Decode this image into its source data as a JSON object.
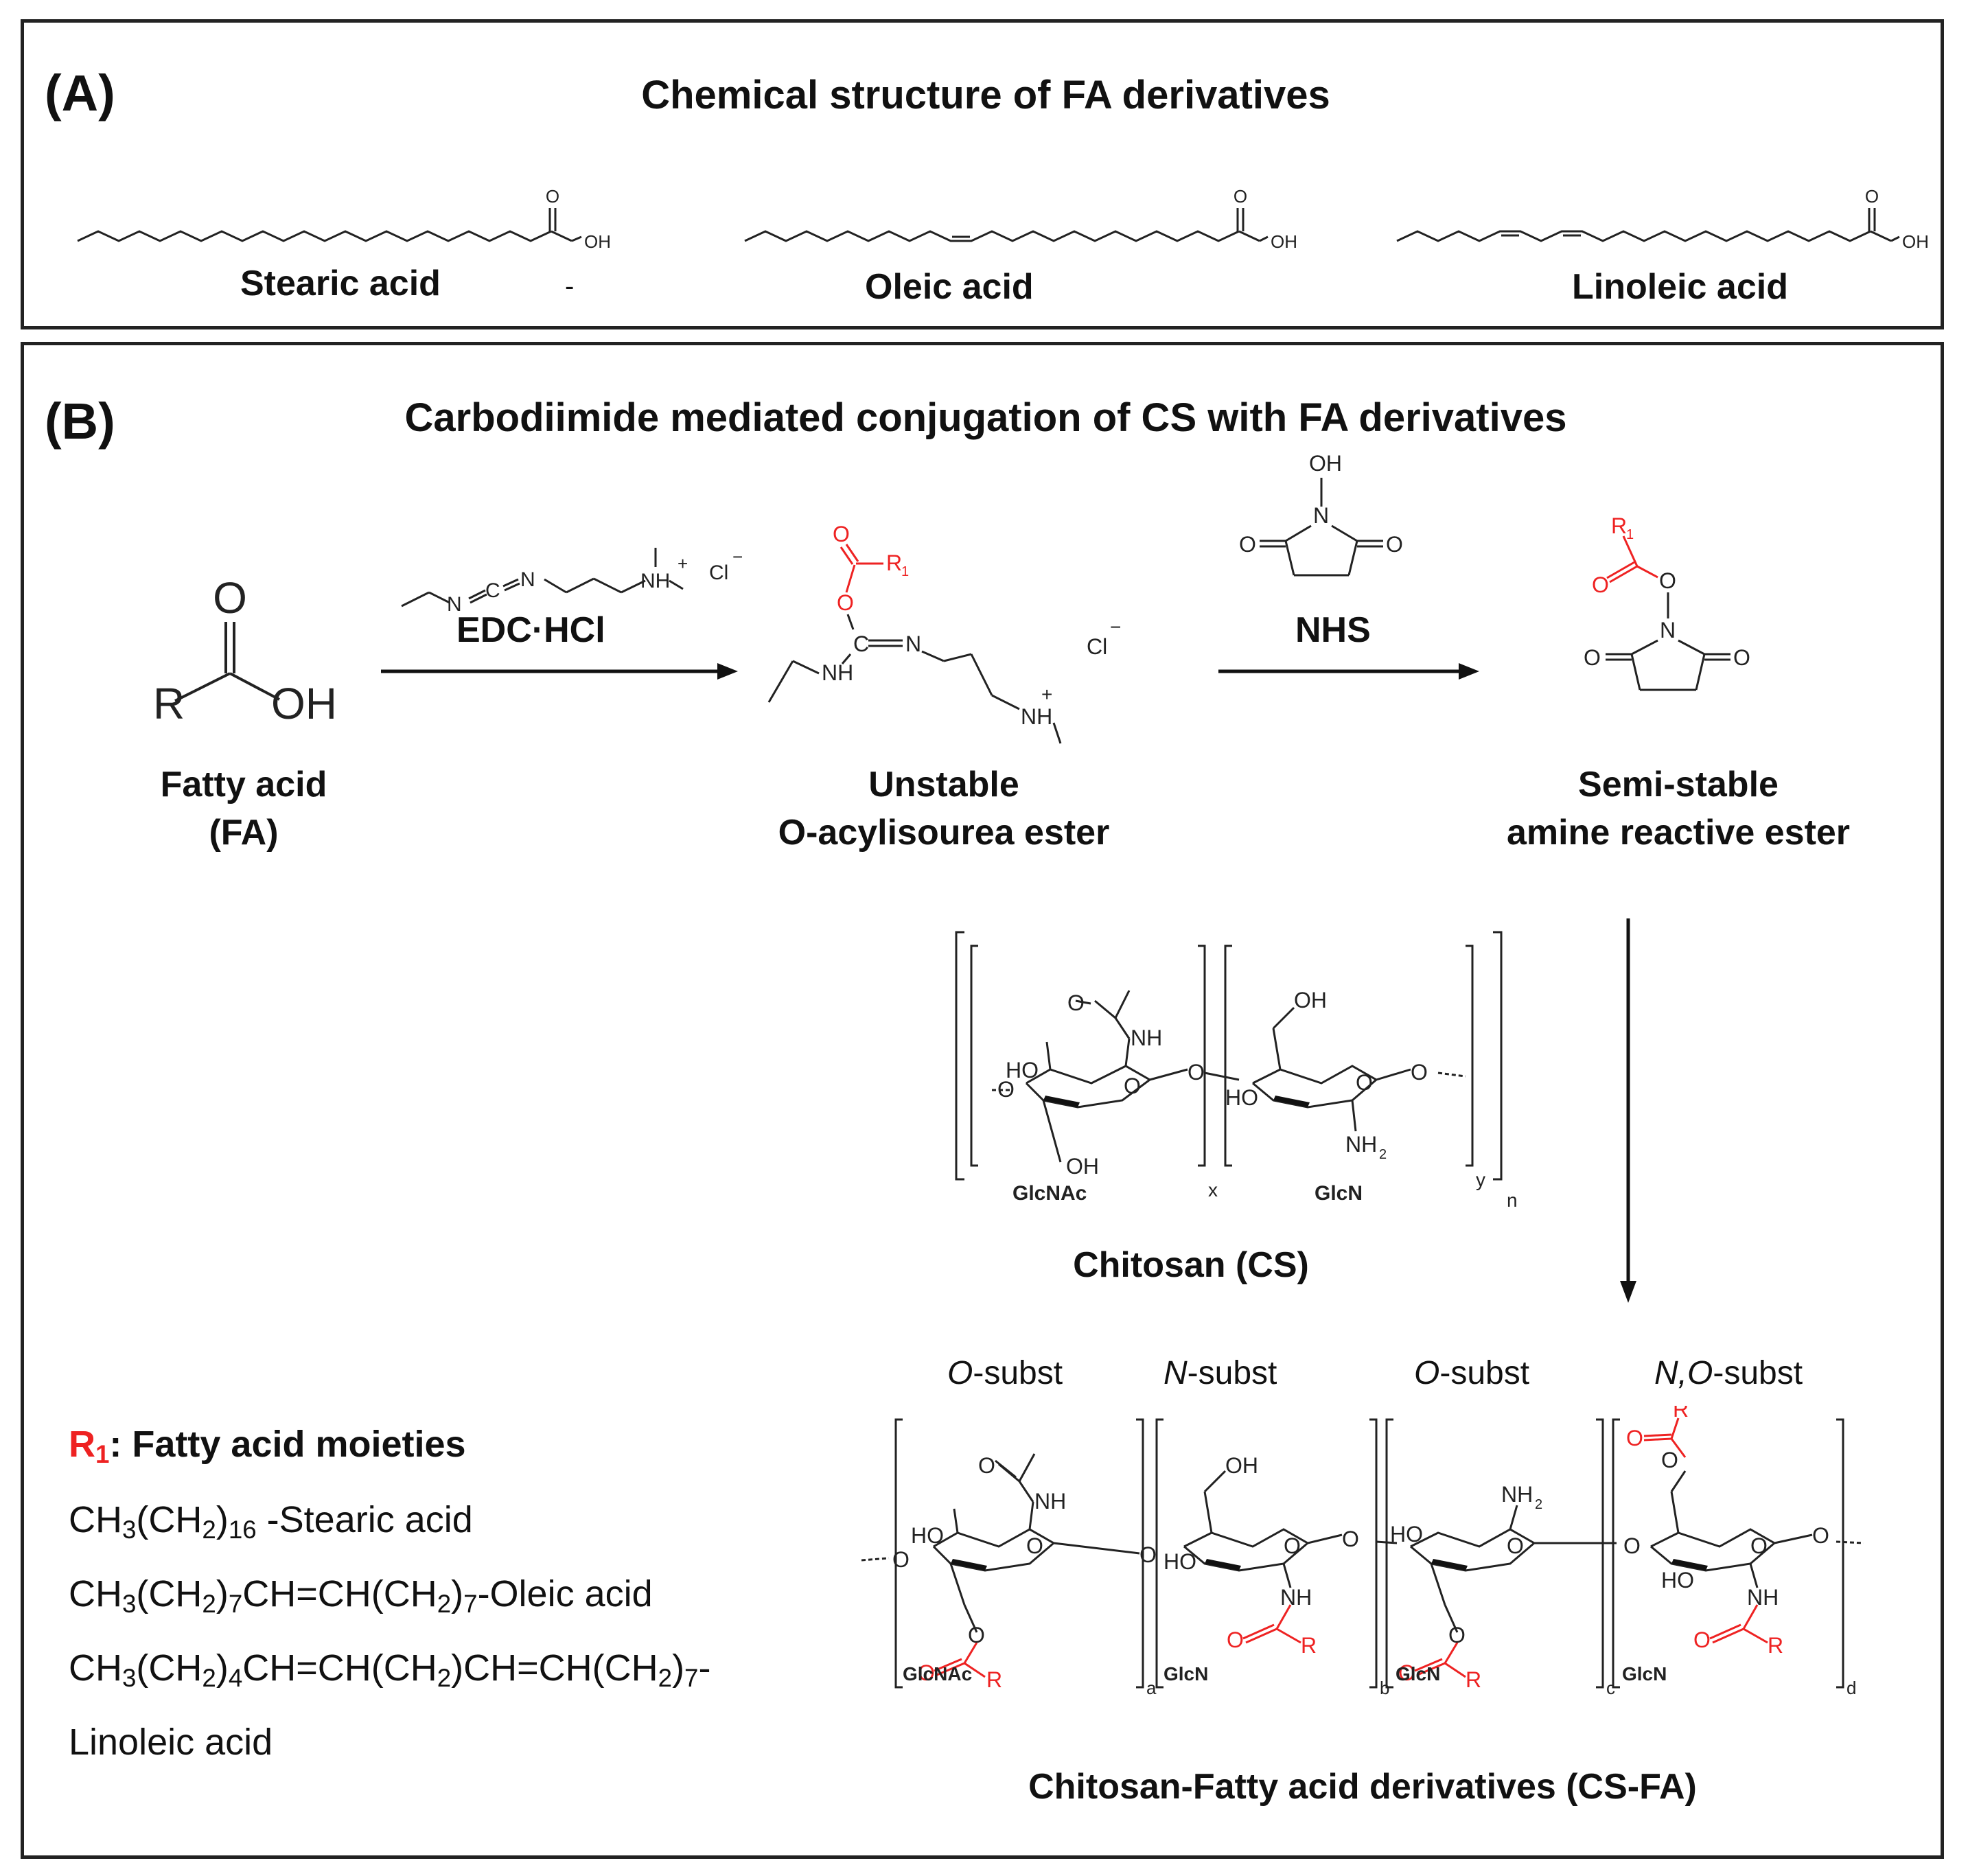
{
  "panel_a": {
    "letter": "(A)",
    "title": "Chemical structure of FA derivatives",
    "acids": [
      {
        "name": "Stearic acid"
      },
      {
        "name": "Oleic acid"
      },
      {
        "name": "Linoleic acid"
      }
    ],
    "stray_mark": "-",
    "atoms": {
      "o": "O",
      "oh": "OH"
    }
  },
  "panel_b": {
    "letter": "(B)",
    "title": "Carbodiimide mediated conjugation of CS with FA derivatives",
    "fatty_acid": {
      "r": "R",
      "o": "O",
      "oh": "OH",
      "label_1": "Fatty acid",
      "label_2": "(FA)"
    },
    "edc": {
      "label": "EDC·HCl",
      "n1": "N",
      "c": "C",
      "n2": "N",
      "nh": "NH",
      "plus": "+",
      "cl": "Cl",
      "minus": "−"
    },
    "intermediate": {
      "label_1": "Unstable",
      "label_2": "O-acylisourea ester",
      "o": "O",
      "r1": "R",
      "r1_sub": "1",
      "c": "C",
      "n": "N",
      "nh": "NH",
      "nh2": "NH",
      "plus": "+",
      "cl": "Cl",
      "minus": "−"
    },
    "nhs": {
      "label": "NHS",
      "oh": "OH",
      "n": "N",
      "o": "O"
    },
    "ester": {
      "label_1": "Semi-stable",
      "label_2": "amine reactive ester",
      "r1": "R",
      "r1_sub": "1",
      "o": "O",
      "n": "N"
    },
    "chitosan": {
      "label": "Chitosan (CS)",
      "units": [
        "GlcNAc",
        "GlcN"
      ],
      "subscripts": [
        "x",
        "y",
        "n"
      ],
      "atoms": {
        "o": "O",
        "nh": "NH",
        "ho": "HO",
        "oh": "OH",
        "nh2": "NH",
        "two": "2"
      }
    },
    "r1_legend": {
      "title_r": "R",
      "title_sub": "1",
      "title_rest": ": Fatty acid moieties",
      "line1_pre": "CH",
      "line1_rest": "-Stearic acid",
      "line2_rest": "-Oleic acid",
      "line3_rest": "-",
      "line4": "Linoleic acid",
      "ch2": "(CH",
      "close": ")",
      "eq": "CH=CH(CH",
      "s3": "3",
      "s2": "2",
      "s16": "16",
      "s7": "7",
      "s4": "4"
    },
    "product": {
      "label": "Chitosan-Fatty acid derivatives (CS-FA)",
      "substitutions": [
        {
          "prefix": "O",
          "suffix": "-subst"
        },
        {
          "prefix": "N",
          "suffix": "-subst"
        },
        {
          "prefix": "O",
          "suffix": "-subst"
        },
        {
          "prefix": "N,O",
          "suffix": "-subst"
        }
      ],
      "units": [
        "GlcNAc",
        "GlcN",
        "GlcN",
        "GlcN"
      ],
      "subscripts": [
        "a",
        "b",
        "c",
        "d"
      ],
      "r": "R"
    }
  },
  "colors": {
    "red": "#ee2222",
    "black": "#111111"
  }
}
